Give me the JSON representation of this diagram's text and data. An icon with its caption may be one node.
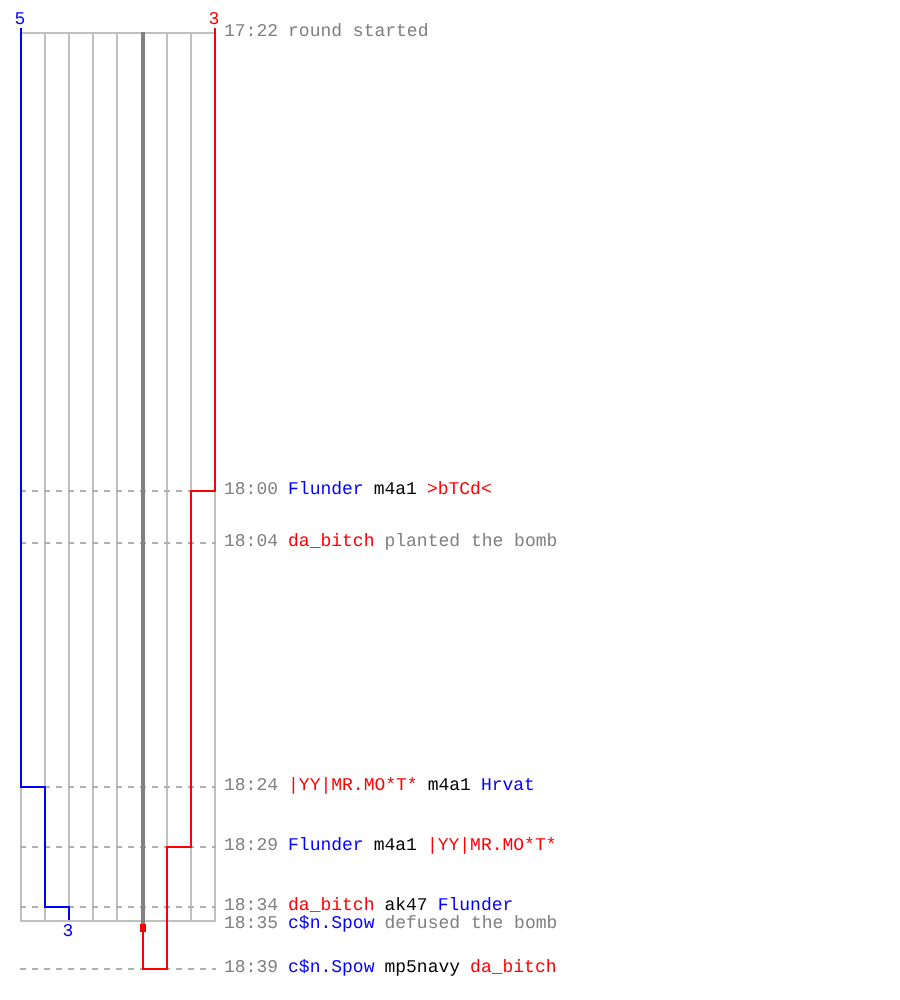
{
  "diagram": {
    "labels": [
      "5",
      "3",
      "17:22",
      "round started",
      "18:00",
      "Flunder",
      "m4a1",
      ">bTCd<",
      "18:04",
      "da_bitch",
      "planted the bomb",
      "18:24",
      "|YY|MR.MO*T*",
      "m4a1",
      "Hrvat",
      "18:29",
      "Flunder",
      "m4a1",
      "|YY|MR.MO*T*",
      "18:34",
      "da_bitch",
      "ak47",
      "Flunder",
      "3",
      "18:35",
      "c$n.Spow",
      "defused the bomb",
      "18:39",
      "c$n.Spow",
      "mp5navy",
      "da_bitch"
    ]
  }
}
